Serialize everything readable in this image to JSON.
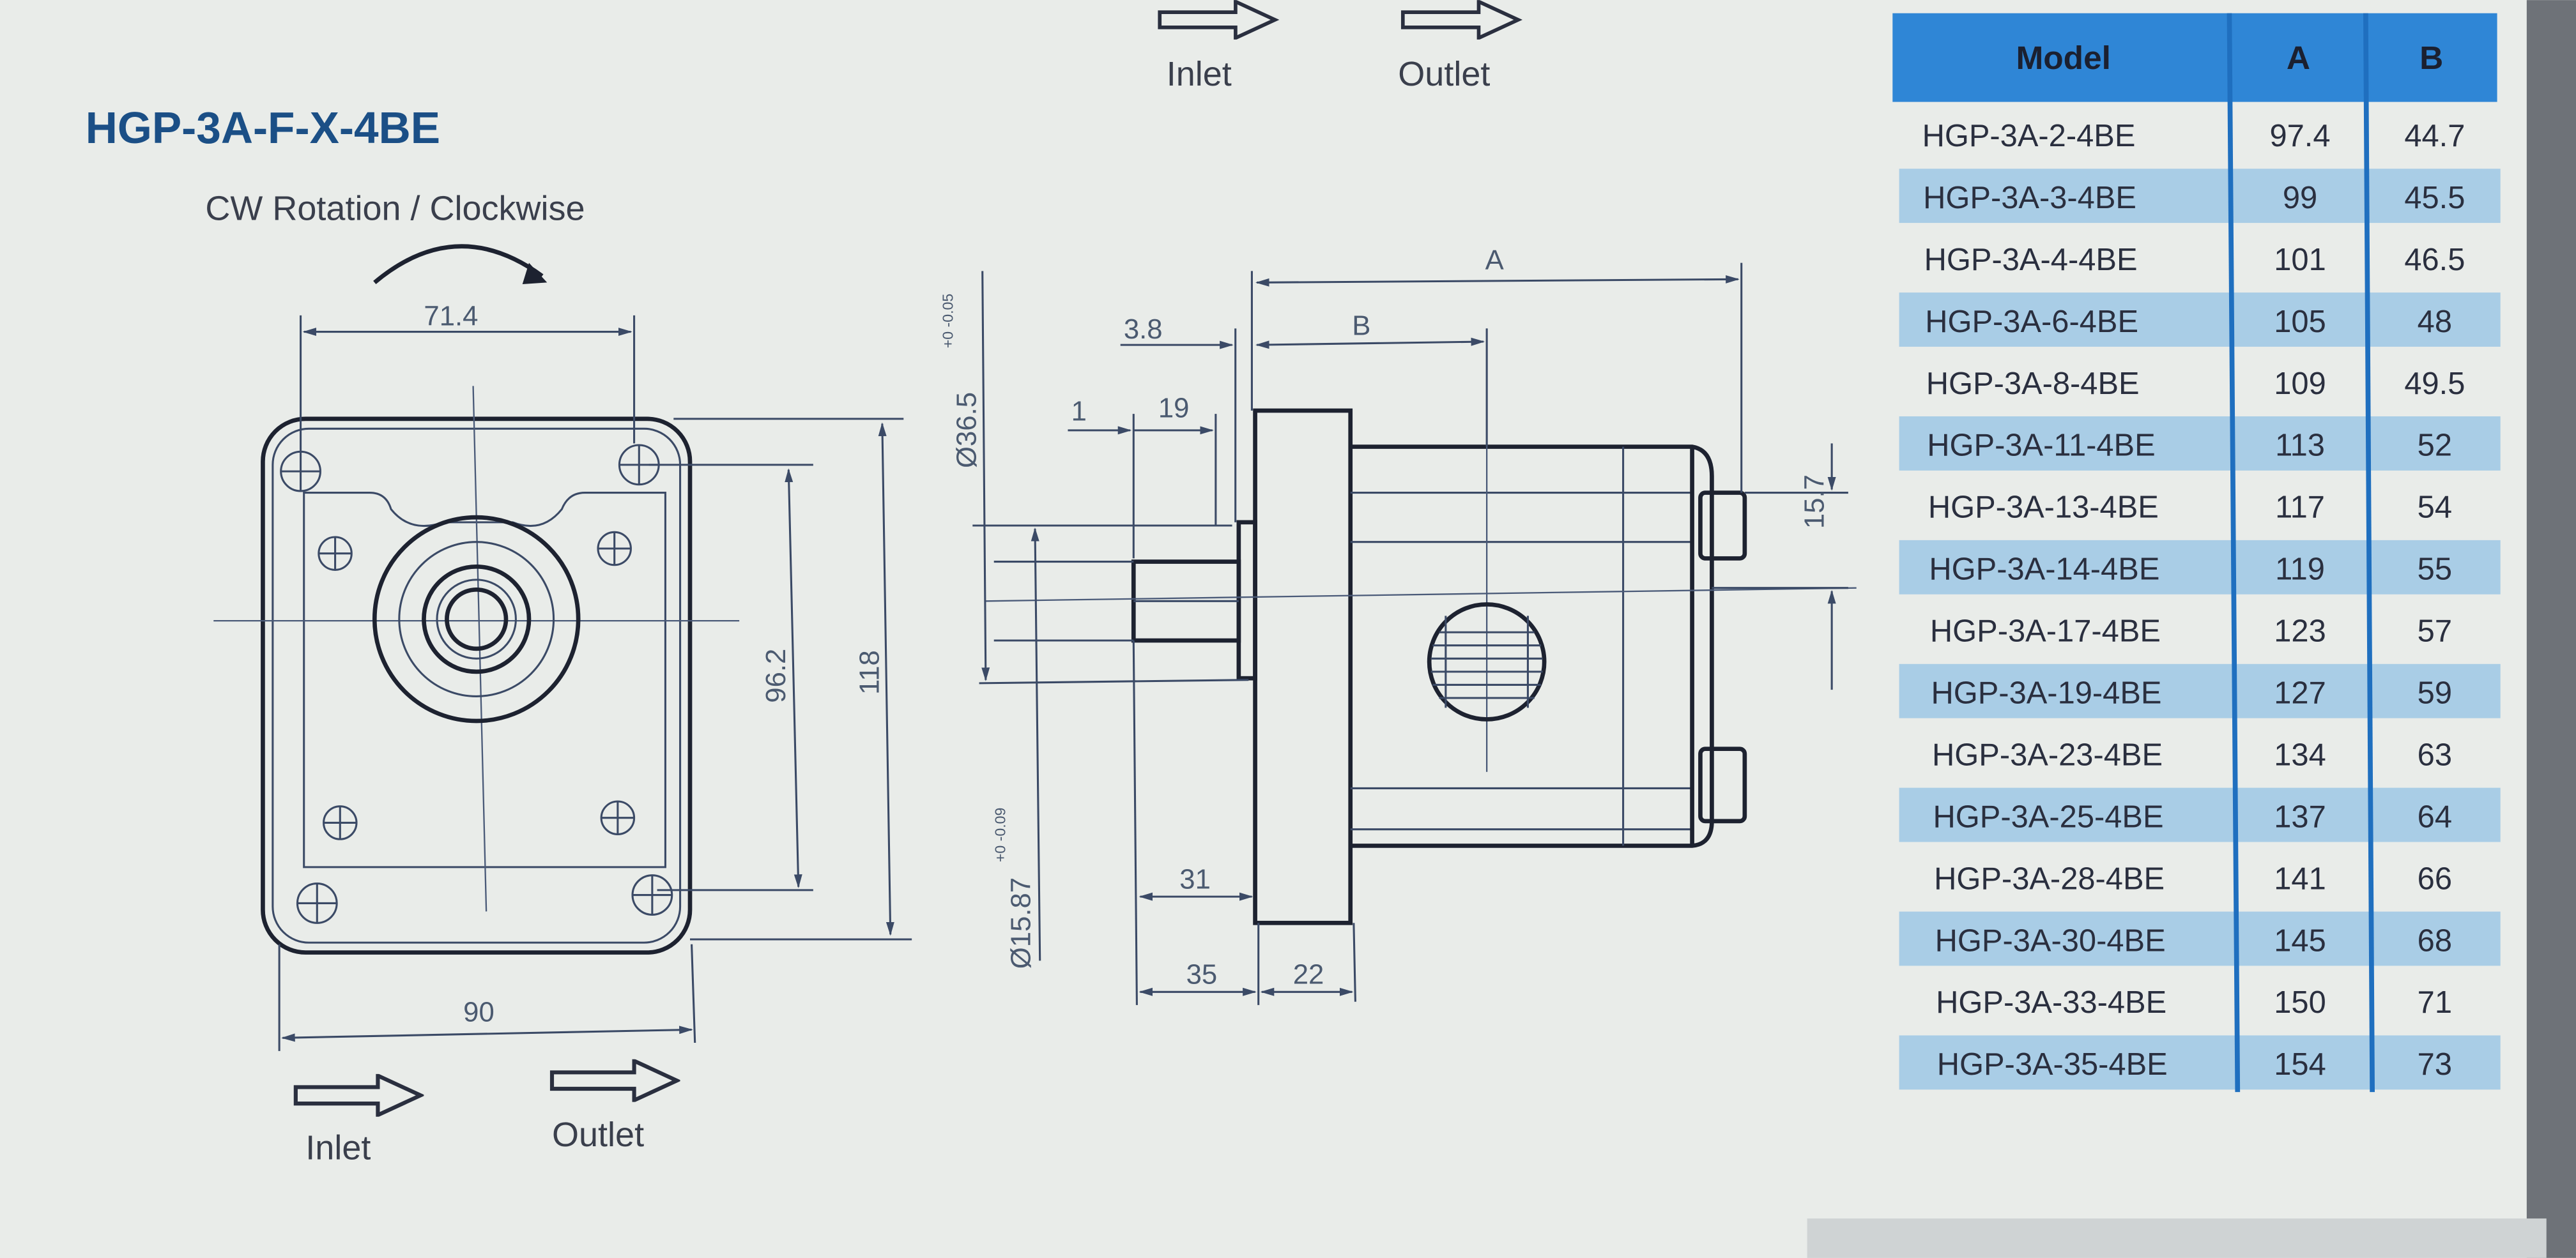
{
  "drawing": {
    "title": "HGP-3A-F-X-4BE",
    "rotation_label": "CW Rotation / Clockwise",
    "front_view": {
      "dim_bolt_spacing_h": "71.4",
      "dim_bolt_spacing_v": "96.2",
      "dim_height": "118",
      "dim_width": "90",
      "inlet_label": "Inlet",
      "outlet_label": "Outlet"
    },
    "top_legend": {
      "inlet_label": "Inlet",
      "outlet_label": "Outlet"
    },
    "side_view": {
      "dim_a": "A",
      "dim_b": "B",
      "dim_3_8": "3.8",
      "dim_1": "1",
      "dim_19": "19",
      "dim_pilot": "Ø36.5",
      "dim_pilot_tol": "+0 -0.05",
      "dim_shaft": "Ø15.87",
      "dim_shaft_tol": "+0 -0.09",
      "dim_31": "31",
      "dim_35": "35",
      "dim_22": "22",
      "dim_15_7": "15.7"
    }
  },
  "table": {
    "headers": [
      "Model",
      "A",
      "B"
    ],
    "header_color": "#2f86d6",
    "stripe_color": "#a9cde6",
    "rows": [
      [
        "HGP-3A-2-4BE",
        "97.4",
        "44.7"
      ],
      [
        "HGP-3A-3-4BE",
        "99",
        "45.5"
      ],
      [
        "HGP-3A-4-4BE",
        "101",
        "46.5"
      ],
      [
        "HGP-3A-6-4BE",
        "105",
        "48"
      ],
      [
        "HGP-3A-8-4BE",
        "109",
        "49.5"
      ],
      [
        "HGP-3A-11-4BE",
        "113",
        "52"
      ],
      [
        "HGP-3A-13-4BE",
        "117",
        "54"
      ],
      [
        "HGP-3A-14-4BE",
        "119",
        "55"
      ],
      [
        "HGP-3A-17-4BE",
        "123",
        "57"
      ],
      [
        "HGP-3A-19-4BE",
        "127",
        "59"
      ],
      [
        "HGP-3A-23-4BE",
        "134",
        "63"
      ],
      [
        "HGP-3A-25-4BE",
        "137",
        "64"
      ],
      [
        "HGP-3A-28-4BE",
        "141",
        "66"
      ],
      [
        "HGP-3A-30-4BE",
        "145",
        "68"
      ],
      [
        "HGP-3A-33-4BE",
        "150",
        "71"
      ],
      [
        "HGP-3A-35-4BE",
        "154",
        "73"
      ]
    ]
  }
}
